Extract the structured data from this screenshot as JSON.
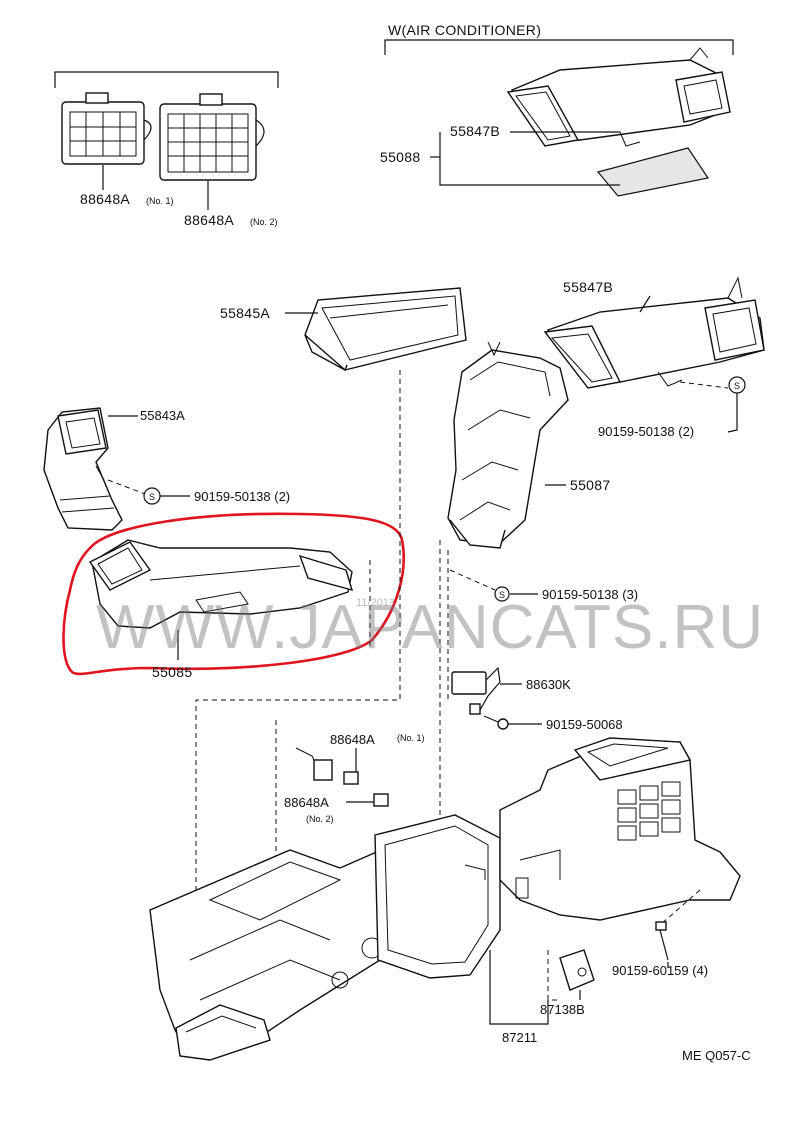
{
  "header": {
    "variant_label": "W(AIR CONDITIONER)"
  },
  "labels": {
    "p88648A_no1_top": "88648A",
    "p88648A_no1_top_note": "(No. 1)",
    "p88648A_no2_top": "88648A",
    "p88648A_no2_top_note": "(No. 2)",
    "p55847B_top": "55847B",
    "p55088": "55088",
    "p55845A": "55845A",
    "p55847B": "55847B",
    "p55843A": "55843A",
    "bolt_90159_50138_2a": "90159-50138 (2)",
    "bolt_90159_50138_2b": "90159-50138 (2)",
    "p55087": "55087",
    "p55085": "55085",
    "bolt_90159_50138_3": "90159-50138 (3)",
    "p88630K": "88630K",
    "bolt_90159_50068": "90159-50068",
    "p88648A_no1_mid": "88648A",
    "p88648A_no1_mid_note": "(No. 1)",
    "p88648A_no2_mid": "88648A",
    "p88648A_no2_mid_note": "(No. 2)",
    "bolt_90159_60159_4": "90159-60159 (4)",
    "p87138B": "87138B",
    "p87211": "87211",
    "diagram_code": "ME Q057-C",
    "screw_symbol": "S",
    "watermark": "WWW.JAPANCATS.RU",
    "watermark_small": "11/2013"
  },
  "colors": {
    "line": "#111111",
    "highlight": "#e0141e",
    "watermark": "#8a8a8a"
  }
}
